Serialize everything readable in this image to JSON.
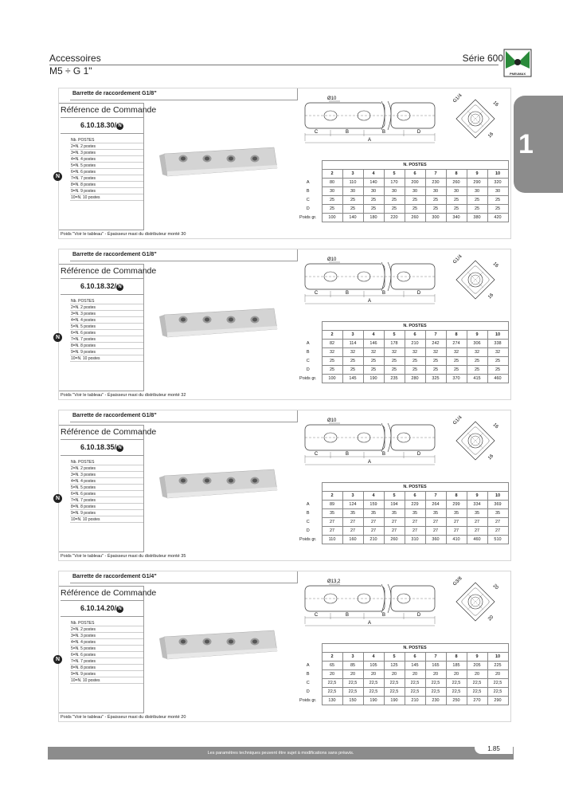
{
  "header": {
    "title": "Accessoires",
    "subtitle": "M5 ÷ G 1\"",
    "serie": "Série 600",
    "logo_text": "PNEUMAX",
    "chapter": "1"
  },
  "sections": [
    {
      "title": "Barrette de raccordement G1/8\"",
      "ref_label": "Référence de Commande",
      "code": "6.10.18.30/",
      "badge": "N",
      "options": [
        "Nb. POSTES",
        "2=N. 2 postes",
        "3=N. 3 postes",
        "4=N. 4 postes",
        "5=N. 5 postes",
        "6=N. 6 postes",
        "7=N. 7 postes",
        "8=N. 8 postes",
        "9=N. 9 postes",
        "10=N. 10 postes"
      ],
      "footnote": "Poids \"Voir le tableau\" - Épaisseur maxi du distributeur monté 30",
      "draw": {
        "dia": "Ø10",
        "thread": "G1/4",
        "side": "16",
        "dims": [
          "C",
          "B",
          "B",
          "D",
          "A"
        ]
      },
      "table": {
        "header": "N. POSTES",
        "cols": [
          "2",
          "3",
          "4",
          "5",
          "6",
          "7",
          "8",
          "9",
          "10"
        ],
        "rows": [
          {
            "label": "A",
            "values": [
              "80",
              "110",
              "140",
              "170",
              "200",
              "230",
              "260",
              "290",
              "320"
            ]
          },
          {
            "label": "B",
            "values": [
              "30",
              "30",
              "30",
              "30",
              "30",
              "30",
              "30",
              "30",
              "30"
            ]
          },
          {
            "label": "C",
            "values": [
              "25",
              "25",
              "25",
              "25",
              "25",
              "25",
              "25",
              "25",
              "25"
            ]
          },
          {
            "label": "D",
            "values": [
              "25",
              "25",
              "25",
              "25",
              "25",
              "25",
              "25",
              "25",
              "25"
            ]
          },
          {
            "label": "Poids gr.",
            "values": [
              "100",
              "140",
              "180",
              "220",
              "260",
              "300",
              "340",
              "380",
              "420"
            ]
          }
        ]
      }
    },
    {
      "title": "Barrette de raccordement G1/8\"",
      "ref_label": "Référence de Commande",
      "code": "6.10.18.32/",
      "badge": "N",
      "options": [
        "Nb. POSTES",
        "2=N. 2 postes",
        "3=N. 3 postes",
        "4=N. 4 postes",
        "5=N. 5 postes",
        "6=N. 6 postes",
        "7=N. 7 postes",
        "8=N. 8 postes",
        "9=N. 9 postes",
        "10=N. 10 postes"
      ],
      "footnote": "Poids \"Voir le tableau\" - Épaisseur maxi du distributeur monté 32",
      "draw": {
        "dia": "Ø10",
        "thread": "G1/4",
        "side": "16",
        "dims": [
          "C",
          "B",
          "B",
          "D",
          "A"
        ]
      },
      "table": {
        "header": "N. POSTES",
        "cols": [
          "2",
          "3",
          "4",
          "5",
          "6",
          "7",
          "8",
          "9",
          "10"
        ],
        "rows": [
          {
            "label": "A",
            "values": [
              "82",
              "114",
              "146",
              "178",
              "210",
              "242",
              "274",
              "306",
              "338"
            ]
          },
          {
            "label": "B",
            "values": [
              "32",
              "32",
              "32",
              "32",
              "32",
              "32",
              "32",
              "32",
              "32"
            ]
          },
          {
            "label": "C",
            "values": [
              "25",
              "25",
              "25",
              "25",
              "25",
              "25",
              "25",
              "25",
              "25"
            ]
          },
          {
            "label": "D",
            "values": [
              "25",
              "25",
              "25",
              "25",
              "25",
              "25",
              "25",
              "25",
              "25"
            ]
          },
          {
            "label": "Poids gr.",
            "values": [
              "100",
              "145",
              "190",
              "235",
              "280",
              "325",
              "370",
              "415",
              "460"
            ]
          }
        ]
      }
    },
    {
      "title": "Barrette de raccordement G1/8\"",
      "ref_label": "Référence de Commande",
      "code": "6.10.18.35/",
      "badge": "N",
      "options": [
        "Nb. POSTES",
        "2=N. 2 postes",
        "3=N. 3 postes",
        "4=N. 4 postes",
        "5=N. 5 postes",
        "6=N. 6 postes",
        "7=N. 7 postes",
        "8=N. 8 postes",
        "9=N. 9 postes",
        "10=N. 10 postes"
      ],
      "footnote": "Poids \"Voir le tableau\" - Épaisseur maxi du distributeur monté 35",
      "draw": {
        "dia": "Ø10",
        "thread": "G1/4",
        "side": "16",
        "dims": [
          "C",
          "B",
          "B",
          "D",
          "A"
        ]
      },
      "table": {
        "header": "N. POSTES",
        "cols": [
          "2",
          "3",
          "4",
          "5",
          "6",
          "7",
          "8",
          "9",
          "10"
        ],
        "rows": [
          {
            "label": "A",
            "values": [
              "89",
              "124",
              "159",
              "194",
              "229",
              "264",
              "299",
              "334",
              "369"
            ]
          },
          {
            "label": "B",
            "values": [
              "35",
              "35",
              "35",
              "35",
              "35",
              "35",
              "35",
              "35",
              "35"
            ]
          },
          {
            "label": "C",
            "values": [
              "27",
              "27",
              "27",
              "27",
              "27",
              "27",
              "27",
              "27",
              "27"
            ]
          },
          {
            "label": "D",
            "values": [
              "27",
              "27",
              "27",
              "27",
              "27",
              "27",
              "27",
              "27",
              "27"
            ]
          },
          {
            "label": "Poids gr.",
            "values": [
              "110",
              "160",
              "210",
              "260",
              "310",
              "360",
              "410",
              "460",
              "510"
            ]
          }
        ]
      }
    },
    {
      "title": "Barrette de raccordement G1/4\"",
      "ref_label": "Référence de Commande",
      "code": "6.10.14.20/",
      "badge": "N",
      "options": [
        "Nb. POSTES",
        "2=N. 2 postes",
        "3=N. 3 postes",
        "4=N. 4 postes",
        "5=N. 5 postes",
        "6=N. 6 postes",
        "7=N. 7 postes",
        "8=N. 8 postes",
        "9=N. 9 postes",
        "10=N. 10 postes"
      ],
      "footnote": "Poids \"Voir le tableau\" - Épaisseur maxi du distributeur monté 20",
      "draw": {
        "dia": "Ø13,2",
        "thread": "G3/8",
        "side": "20",
        "dims": [
          "C",
          "B",
          "B",
          "D",
          "A"
        ]
      },
      "table": {
        "header": "N. POSTES",
        "cols": [
          "2",
          "3",
          "4",
          "5",
          "6",
          "7",
          "8",
          "9",
          "10"
        ],
        "rows": [
          {
            "label": "A",
            "values": [
              "65",
              "85",
              "105",
              "125",
              "145",
              "165",
              "185",
              "205",
              "225"
            ]
          },
          {
            "label": "B",
            "values": [
              "20",
              "20",
              "20",
              "20",
              "20",
              "20",
              "20",
              "20",
              "20"
            ]
          },
          {
            "label": "C",
            "values": [
              "22,5",
              "22,5",
              "22,5",
              "22,5",
              "22,5",
              "22,5",
              "22,5",
              "22,5",
              "22,5"
            ]
          },
          {
            "label": "D",
            "values": [
              "22,5",
              "22,5",
              "22,5",
              "22,5",
              "22,5",
              "22,5",
              "22,5",
              "22,5",
              "22,5"
            ]
          },
          {
            "label": "Poids gr.",
            "values": [
              "130",
              "150",
              "190",
              "190",
              "210",
              "230",
              "250",
              "270",
              "290"
            ]
          }
        ]
      }
    }
  ],
  "footer": {
    "text": "Les paramètres techniques peuvent être sujet à modifications sans préavis.",
    "page": "1.85"
  }
}
